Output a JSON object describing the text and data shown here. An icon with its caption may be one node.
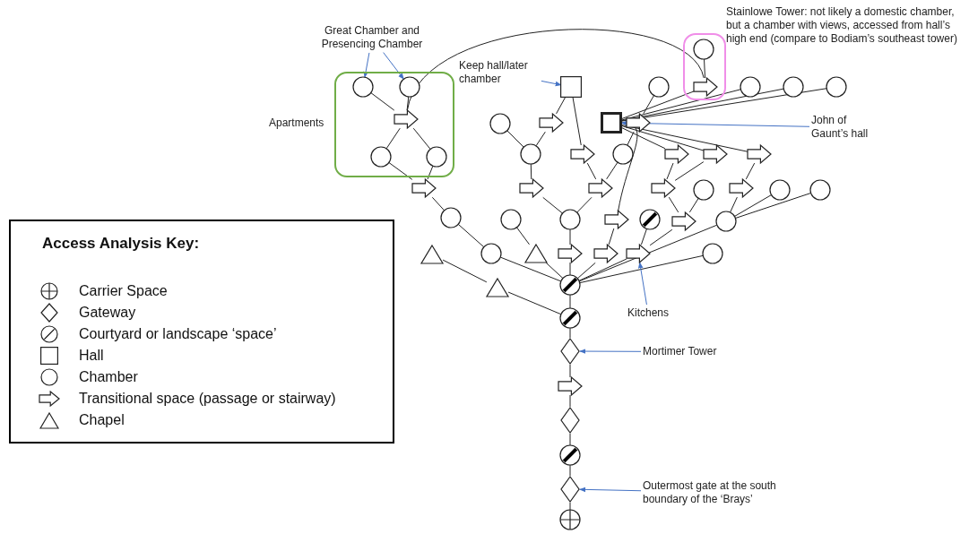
{
  "diagram": {
    "nodes": [
      {
        "text": [
          "Apartments"
        ]
      },
      {
        "text": [
          "Stainlowe Tower: not likely a domestic chamber, but a chamber with views, accessed from hall’s high end (compare to Bodiam’s southeast tower)"
        ]
      },
      {
        "text": [
          "Great Chamber and Presencing Chamber"
        ]
      },
      {
        "text": [
          "Keep hall/later chamber"
        ]
      },
      {
        "text": [
          "John of Gaunt’s hall"
        ]
      },
      {
        "text": [
          "Kitchens"
        ]
      },
      {
        "text": [
          "Mortimer Tower"
        ]
      },
      {
        "text": [
          "Outermost gate at the south boundary of the ‘Brays’"
        ]
      },
      {
        "text": [],
        "shape": "circle",
        "in": 1
      },
      {
        "text": [],
        "shape": "circle",
        "in": 0
      },
      {
        "text": [],
        "shape": "circle",
        "in": 0
      },
      {
        "text": [],
        "shape": "box"
      },
      {
        "text": [],
        "shape": "circle"
      },
      {
        "text": [],
        "shape": "arrow",
        "in": 1
      },
      {
        "text": [],
        "shape": "circle"
      },
      {
        "text": [],
        "shape": "circle"
      },
      {
        "text": [],
        "shape": "circle"
      },
      {
        "text": [],
        "shape": "arrow",
        "in": 0
      },
      {
        "text": [],
        "shape": "circle"
      },
      {
        "text": [],
        "shape": "arrow"
      },
      {
        "text": [],
        "shape": "box"
      },
      {
        "text": [],
        "shape": "arrow"
      },
      {
        "text": [],
        "shape": "circle",
        "in": 0
      },
      {
        "text": [],
        "shape": "circle",
        "in": 0
      },
      {
        "text": [],
        "shape": "circle"
      },
      {
        "text": [],
        "shape": "arrow"
      },
      {
        "text": [],
        "shape": "circle"
      },
      {
        "text": [],
        "shape": "arrow"
      },
      {
        "text": [],
        "shape": "arrow"
      },
      {
        "text": [],
        "shape": "arrow"
      },
      {
        "text": [],
        "shape": "arrow"
      },
      {
        "text": [],
        "shape": "arrow"
      },
      {
        "text": [],
        "shape": "arrow"
      },
      {
        "text": [],
        "shape": "arrow"
      },
      {
        "text": [],
        "shape": "circle"
      },
      {
        "text": [],
        "shape": "arrow"
      },
      {
        "text": [],
        "shape": "circle"
      },
      {
        "text": [],
        "shape": "circle"
      },
      {
        "text": [],
        "shape": "circle"
      },
      {
        "text": [],
        "shape": "circle"
      },
      {
        "text": [],
        "shape": "circle"
      },
      {
        "text": [],
        "shape": "arrow"
      },
      {
        "text": [],
        "shape": "circle-slash"
      },
      {
        "text": [],
        "shape": "arrow"
      },
      {
        "text": [],
        "shape": "circle"
      },
      {
        "text": [],
        "shape": "triangle"
      },
      {
        "text": [],
        "shape": "circle"
      },
      {
        "text": [],
        "shape": "triangle"
      },
      {
        "text": [],
        "shape": "arrow"
      },
      {
        "text": [],
        "shape": "arrow"
      },
      {
        "text": [],
        "shape": "arrow"
      },
      {
        "text": [],
        "shape": "circle"
      },
      {
        "text": [],
        "shape": "circle-slash"
      },
      {
        "text": [],
        "shape": "triangle"
      },
      {
        "text": [],
        "shape": "circle-slash"
      },
      {
        "text": [],
        "shape": "diamond"
      },
      {
        "text": [],
        "shape": "arrow"
      },
      {
        "text": [],
        "shape": "diamond"
      },
      {
        "text": [],
        "shape": "circle-slash"
      },
      {
        "text": [],
        "shape": "diamond"
      },
      {
        "text": [],
        "shape": "circle-cross"
      }
    ],
    "edges": [
      {
        "from": 60,
        "to": 59,
        "arrow": "none"
      },
      {
        "from": 59,
        "to": 58,
        "arrow": "none"
      },
      {
        "from": 58,
        "to": 57,
        "arrow": "none"
      },
      {
        "from": 57,
        "to": 56,
        "arrow": "none"
      },
      {
        "from": 56,
        "to": 55,
        "arrow": "none"
      },
      {
        "from": 55,
        "to": 54,
        "arrow": "none"
      },
      {
        "from": 54,
        "to": 52,
        "arrow": "none"
      },
      {
        "from": 54,
        "to": 53,
        "arrow": "none"
      },
      {
        "from": 53,
        "to": 45,
        "arrow": "none"
      },
      {
        "from": 52,
        "to": 46,
        "arrow": "none"
      },
      {
        "from": 46,
        "to": 38,
        "arrow": "none"
      },
      {
        "from": 38,
        "to": 30,
        "arrow": "none"
      },
      {
        "from": 30,
        "to": 22,
        "arrow": "none"
      },
      {
        "from": 30,
        "to": 23,
        "arrow": "none"
      },
      {
        "from": 22,
        "to": 17,
        "arrow": "none"
      },
      {
        "from": 23,
        "to": 17,
        "arrow": "none"
      },
      {
        "from": 17,
        "to": 9,
        "arrow": "none"
      },
      {
        "from": 17,
        "to": 10,
        "arrow": "none"
      },
      {
        "from": 17,
        "to": 13,
        "arrow": "none"
      },
      {
        "from": 52,
        "to": 47,
        "arrow": "none"
      },
      {
        "from": 47,
        "to": 39,
        "arrow": "none"
      },
      {
        "from": 52,
        "to": 48,
        "arrow": "none"
      },
      {
        "from": 48,
        "to": 40,
        "arrow": "none"
      },
      {
        "from": 40,
        "to": 31,
        "arrow": "none"
      },
      {
        "from": 31,
        "to": 24,
        "arrow": "none"
      },
      {
        "from": 24,
        "to": 18,
        "arrow": "none"
      },
      {
        "from": 24,
        "to": 19,
        "arrow": "none"
      },
      {
        "from": 19,
        "to": 11,
        "arrow": "none"
      },
      {
        "from": 11,
        "to": 25,
        "arrow": "none"
      },
      {
        "from": 25,
        "to": 32,
        "arrow": "none"
      },
      {
        "from": 32,
        "to": 40,
        "arrow": "none"
      },
      {
        "from": 32,
        "to": 26,
        "arrow": "none"
      },
      {
        "from": 26,
        "to": 21,
        "arrow": "none"
      },
      {
        "from": 21,
        "to": 12,
        "arrow": "none"
      },
      {
        "from": 52,
        "to": 49,
        "arrow": "none"
      },
      {
        "from": 49,
        "to": 41,
        "arrow": "none"
      },
      {
        "from": 41,
        "to": 20,
        "arrow": "none"
      },
      {
        "from": 52,
        "to": 50,
        "arrow": "none"
      },
      {
        "from": 50,
        "to": 42,
        "arrow": "none"
      },
      {
        "from": 50,
        "to": 43,
        "arrow": "none"
      },
      {
        "from": 43,
        "to": 34,
        "arrow": "none"
      },
      {
        "from": 43,
        "to": 33,
        "arrow": "none"
      },
      {
        "from": 33,
        "to": 27,
        "arrow": "none"
      },
      {
        "from": 33,
        "to": 28,
        "arrow": "none"
      },
      {
        "from": 27,
        "to": 20,
        "arrow": "none"
      },
      {
        "from": 28,
        "to": 20,
        "arrow": "none"
      },
      {
        "from": 52,
        "to": 44,
        "arrow": "none"
      },
      {
        "from": 44,
        "to": 35,
        "arrow": "none"
      },
      {
        "from": 44,
        "to": 36,
        "arrow": "none"
      },
      {
        "from": 44,
        "to": 37,
        "arrow": "none"
      },
      {
        "from": 35,
        "to": 29,
        "arrow": "none"
      },
      {
        "from": 29,
        "to": 20,
        "arrow": "none"
      },
      {
        "from": 52,
        "to": 51,
        "arrow": "none"
      },
      {
        "from": 20,
        "to": 13,
        "arrow": "none"
      },
      {
        "from": 13,
        "to": 8,
        "arrow": "none"
      },
      {
        "from": 20,
        "to": 14,
        "arrow": "none"
      },
      {
        "from": 20,
        "to": 15,
        "arrow": "none"
      },
      {
        "from": 20,
        "to": 16,
        "arrow": "none"
      },
      {
        "from": 2,
        "to": 9,
        "arrow": "to",
        "color": "#4472c4"
      },
      {
        "from": 2,
        "to": 10,
        "arrow": "to",
        "color": "#4472c4"
      },
      {
        "from": 3,
        "to": 11,
        "arrow": "to",
        "color": "#4472c4"
      },
      {
        "from": 4,
        "to": 20,
        "arrow": "to",
        "color": "#4472c4"
      },
      {
        "from": 5,
        "to": 50,
        "arrow": "to",
        "color": "#4472c4"
      },
      {
        "from": 6,
        "to": 55,
        "arrow": "to",
        "color": "#4472c4"
      },
      {
        "from": 7,
        "to": 59,
        "arrow": "to",
        "color": "#4472c4"
      }
    ],
    "labels": [
      "Access Analysis Key:"
    ],
    "legend": [
      {
        "text": "Carrier Space"
      },
      {
        "text": "Gateway"
      },
      {
        "text": "Courtyard or landscape ‘space’"
      },
      {
        "text": "Hall"
      },
      {
        "text": "Chamber"
      },
      {
        "text": "Transitional space (passage or stairway)"
      },
      {
        "text": "Chapel"
      }
    ]
  }
}
